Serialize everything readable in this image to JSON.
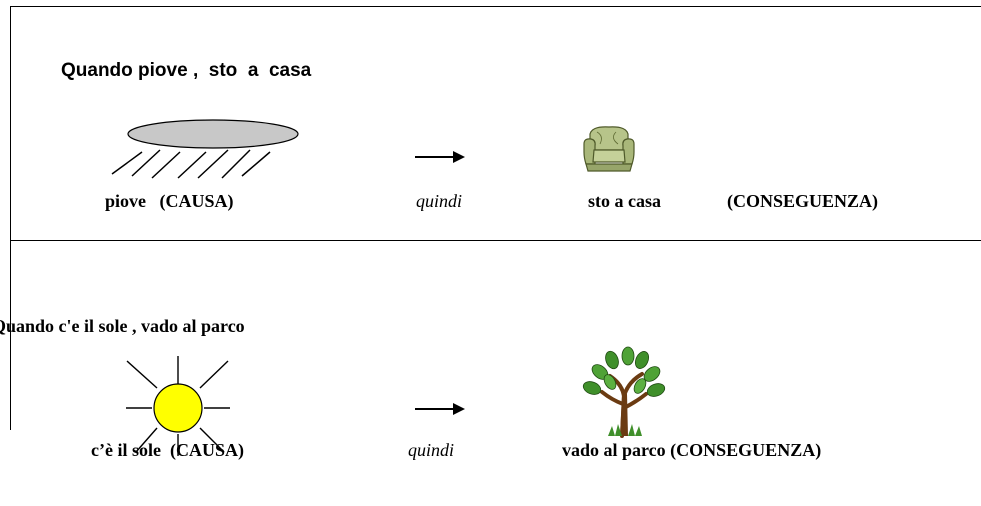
{
  "row1": {
    "sentence": "Quando piove ,  sto  a  casa",
    "cause_label": "piove   (CAUSA)",
    "connector": "quindi",
    "effect_label": "sto a casa",
    "effect_tag": "(CONSEGUENZA)",
    "cause_icon": "rain-cloud-icon",
    "effect_icon": "armchair-icon"
  },
  "row2": {
    "sentence": "Quando c'e il sole , vado al parco",
    "cause_label": "c’è il sole  (CAUSA)",
    "connector": "quindi",
    "effect_label": "vado al parco (CONSEGUENZA)",
    "cause_icon": "sun-icon",
    "effect_icon": "tree-icon"
  },
  "colors": {
    "cloud_fill": "#c8c8c8",
    "sun_fill": "#ffff00",
    "chair_fill": "#b7c48a",
    "leaf_fill": "#3f8f2a",
    "trunk_fill": "#6b3b12"
  }
}
